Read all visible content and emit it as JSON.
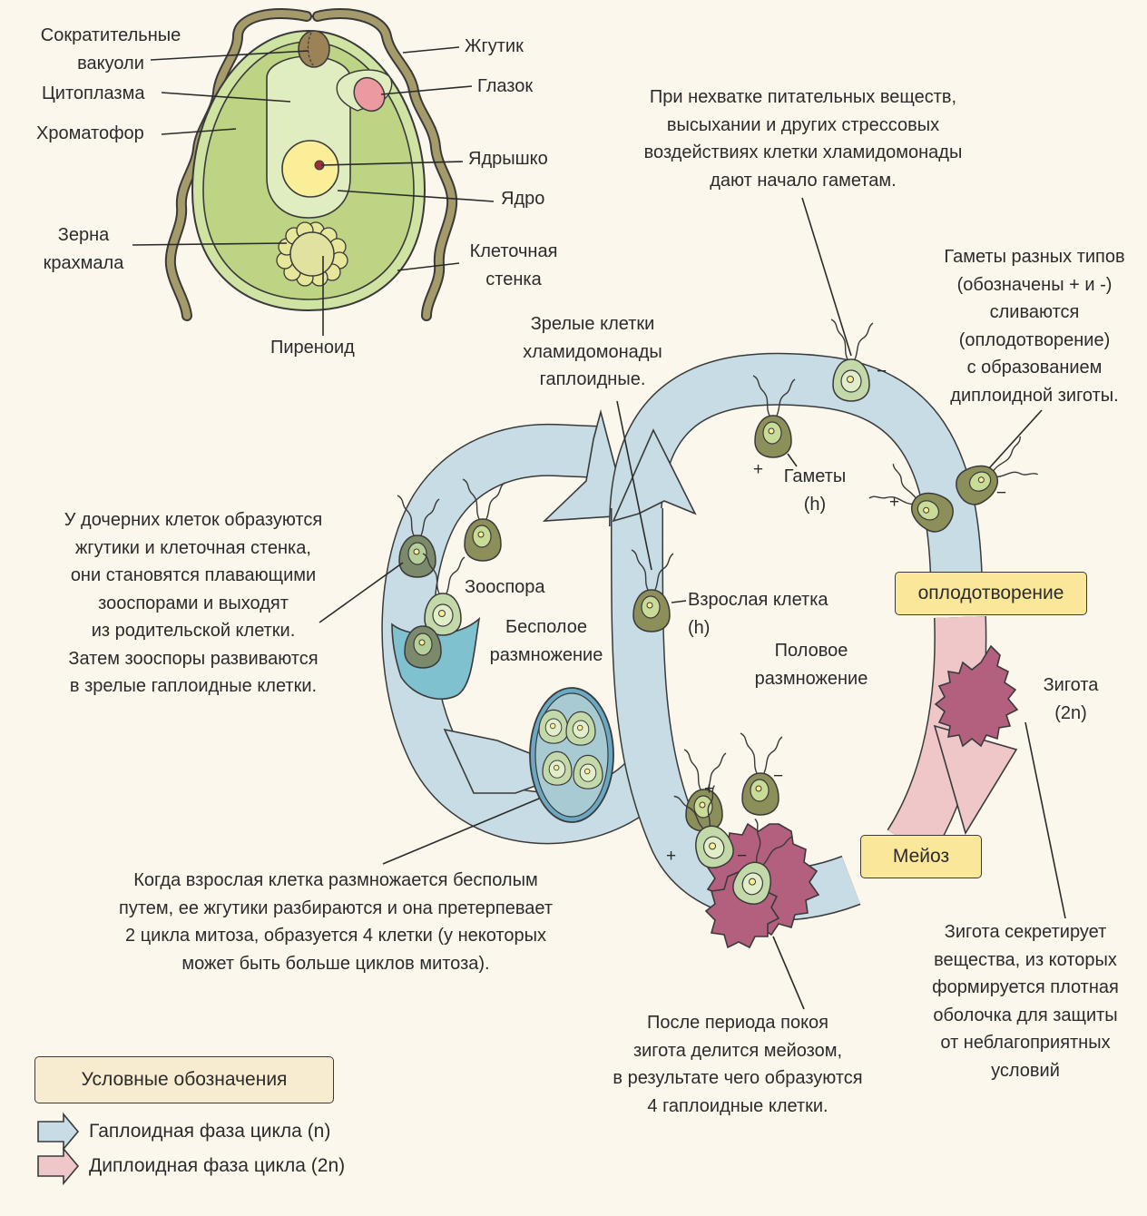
{
  "cell_labels": {
    "contractile_vacuoles": "Сократительные\nвакуоли",
    "cytoplasm": "Цитоплазма",
    "chromatophore": "Хроматофор",
    "starch_grains": "Зерна\nкрахмала",
    "pyrenoid": "Пиреноид",
    "flagellum": "Жгутик",
    "eyespot": "Глазок",
    "nucleolus": "Ядрышко",
    "nucleus": "Ядро",
    "cell_wall": "Клеточная\nстенка"
  },
  "notes": {
    "stress": "При нехватке питательных веществ,\nвысыхании и других стрессовых\nвоздействиях клетки хламидомонады\nдают начало гаметам.",
    "gametes_fuse": "Гаметы разных типов\n(обозначены + и -)\nсливаются\n(оплодотворение)\nс образованием\nдиплоидной зиготы.",
    "mature_haploid": "Зрелые клетки\nхламидомонады\nгаплоидные.",
    "daughter_cells": "У дочерних клеток образуются\nжгутики и клеточная стенка,\nони становятся плавающими\nзооспорами и выходят\nиз родительской клетки.\nЗатем зооспоры развиваются\nв зрелые гаплоидные клетки.",
    "asexual_mitosis": "Когда взрослая клетка размножается бесполым\nпутем, ее жгутики разбираются и она претерпевает\n2 цикла митоза, образуется 4 клетки (у некоторых\nможет быть больше циклов митоза).",
    "zygote_meiosis": "После периода покоя\nзигота делится мейозом,\nв результате чего образуются\n4 гаплоидные клетки.",
    "zygote_wall": "Зигота секретирует\nвещества, из которых\nформируется плотная\nоболочка для защиты\nот неблагоприятных\nусловий"
  },
  "cycle_labels": {
    "gametes": "Гаметы\n(h)",
    "zoospore": "Зооспора",
    "asexual": "Бесполое\nразмножение",
    "adult_cell": "Взрослая клетка\n(h)",
    "sexual": "Половое\nразмножение",
    "zygote": "Зигота\n(2n)",
    "fertilization": "оплодотворение",
    "meiosis": "Мейоз",
    "plus": "+",
    "minus": "−"
  },
  "legend": {
    "title": "Условные обозначения",
    "haploid": "Гаплоидная фаза цикла (n)",
    "diploid": "Диплоидная фаза цикла (2n)"
  },
  "colors": {
    "background": "#fcf7ec",
    "haploid_phase": "#c7dce4",
    "diploid_phase": "#efc7c8",
    "zygote": "#b3607e",
    "label_box": "#fbe79a",
    "legend_box": "#f8ecd0",
    "cell_green": "#cfe3a3",
    "chromatophore_green": "#aecb72",
    "nucleus_yellow": "#faee98",
    "eyespot_pink": "#ec9aa2"
  }
}
